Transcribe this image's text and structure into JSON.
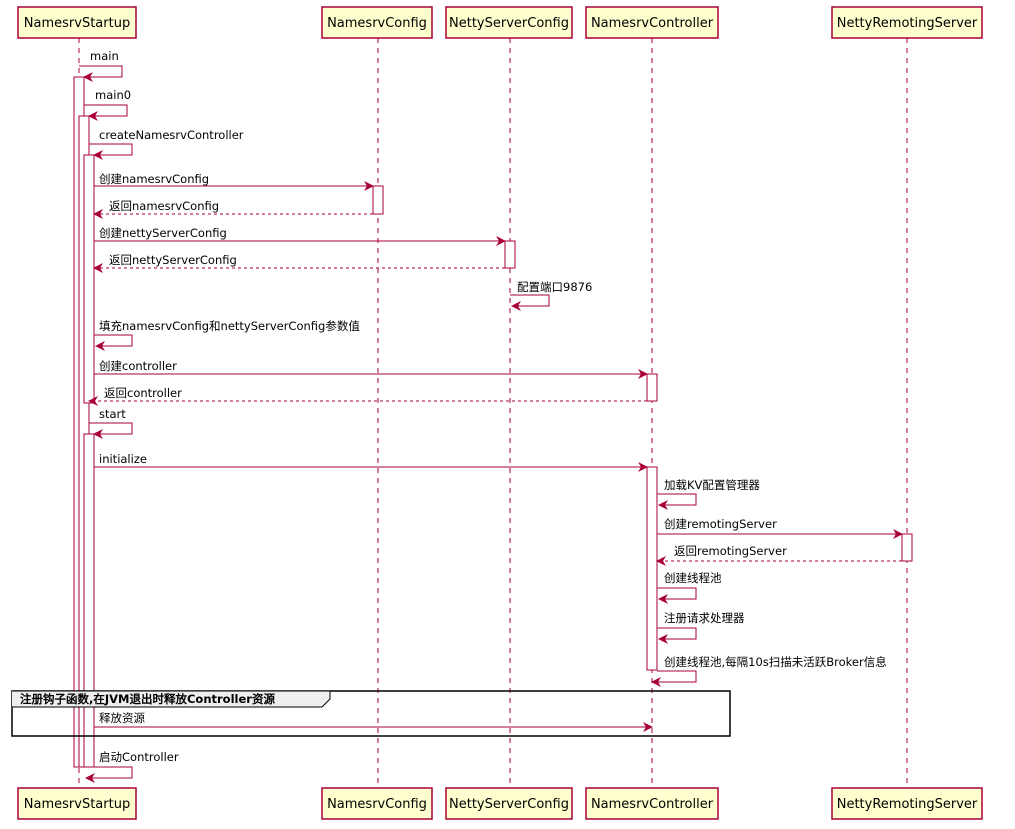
{
  "participants": [
    "NamesrvStartup",
    "NamesrvConfig",
    "NettyServerConfig",
    "NamesrvController",
    "NettyRemotingServer"
  ],
  "messages": [
    "main",
    "main0",
    "createNamesrvController",
    "创建namesrvConfig",
    "返回namesrvConfig",
    "创建nettyServerConfig",
    "返回nettyServerConfig",
    "配置端口9876",
    "填充namesrvConfig和nettyServerConfig参数值",
    "创建controller",
    "返回controller",
    "start",
    "initialize",
    "加载KV配置管理器",
    "创建remotingServer",
    "返回remotingServer",
    "创建线程池",
    "注册请求处理器",
    "创建线程池,每隔10s扫描未活跃Broker信息",
    "释放资源",
    "启动Controller"
  ],
  "group": {
    "label": "注册钩子函数,在JVM退出时释放Controller资源"
  },
  "colors": {
    "participant_fill": "#FEFECE",
    "border": "#A80036",
    "arrow": "#A80036",
    "lifeline": "#A80036"
  }
}
